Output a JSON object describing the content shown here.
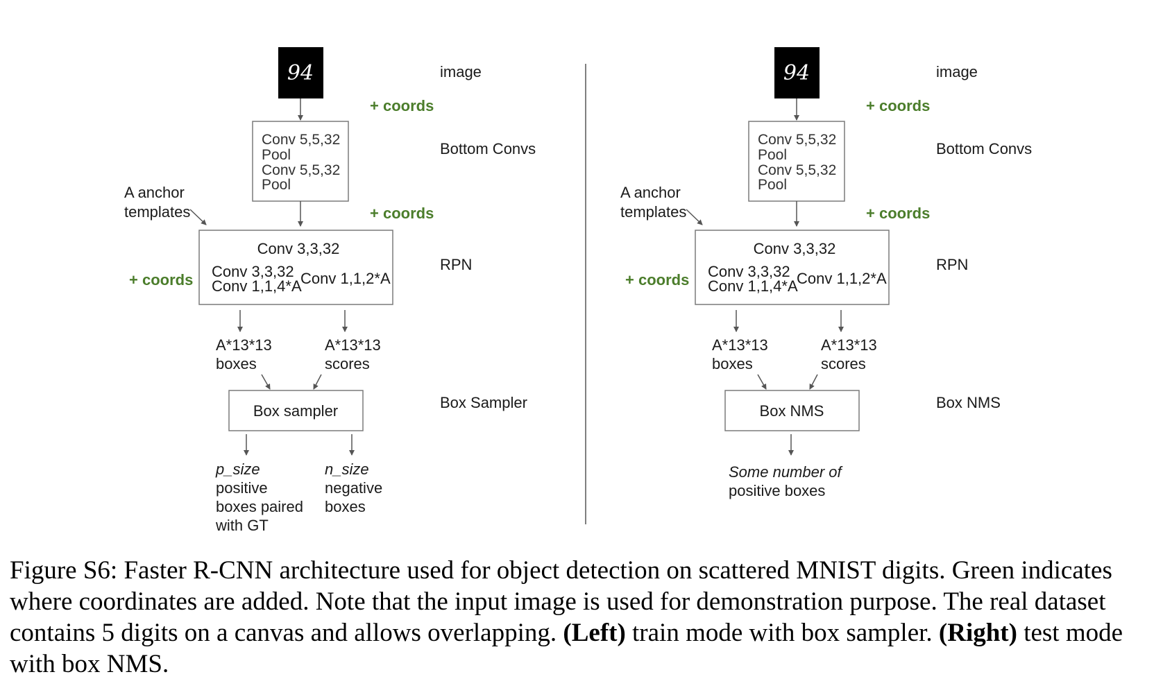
{
  "left": {
    "image_glyph": "94",
    "image_label": "image",
    "coords_1": "+ coords",
    "bottom_convs_lines": [
      "Conv 5,5,32",
      "Pool",
      "Conv 5,5,32",
      "Pool"
    ],
    "bottom_convs_label": "Bottom Convs",
    "anchor_line1": "A anchor",
    "anchor_line2": "templates",
    "coords_2": "+ coords",
    "rpn_top": "Conv 3,3,32",
    "rpn_left_1": "Conv 3,3,32",
    "rpn_left_2": "Conv 1,1,4*A",
    "rpn_right": "Conv 1,1,2*A",
    "rpn_label": "RPN",
    "coords_3": "+ coords",
    "boxes_1": "A*13*13",
    "boxes_2": "boxes",
    "scores_1": "A*13*13",
    "scores_2": "scores",
    "sampler_box": "Box sampler",
    "sampler_label": "Box Sampler",
    "out_left": [
      "p_size",
      "positive",
      "boxes paired",
      "with GT"
    ],
    "out_right": [
      "n_size",
      "negative",
      "boxes"
    ]
  },
  "right": {
    "image_glyph": "94",
    "image_label": "image",
    "coords_1": "+ coords",
    "bottom_convs_lines": [
      "Conv 5,5,32",
      "Pool",
      "Conv 5,5,32",
      "Pool"
    ],
    "bottom_convs_label": "Bottom Convs",
    "anchor_line1": "A anchor",
    "anchor_line2": "templates",
    "coords_2": "+ coords",
    "rpn_top": "Conv 3,3,32",
    "rpn_left_1": "Conv 3,3,32",
    "rpn_left_2": "Conv 1,1,4*A",
    "rpn_right": "Conv 1,1,2*A",
    "rpn_label": "RPN",
    "coords_3": "+ coords",
    "boxes_1": "A*13*13",
    "boxes_2": "boxes",
    "scores_1": "A*13*13",
    "scores_2": "scores",
    "nms_box": "Box NMS",
    "nms_label": "Box NMS",
    "out_1": "Some number of",
    "out_2": "positive boxes"
  },
  "caption": {
    "prefix": "Figure S6: Faster R-CNN architecture used for object detection on scattered MNIST digits. Green indicates where coordinates are added. Note that the input image is used for demonstration purpose. The real dataset contains 5 digits on a canvas and allows overlapping. ",
    "left_tag": "(Left)",
    "middle": " train mode with box sampler. ",
    "right_tag": "(Right)",
    "suffix": " test mode with box NMS."
  }
}
